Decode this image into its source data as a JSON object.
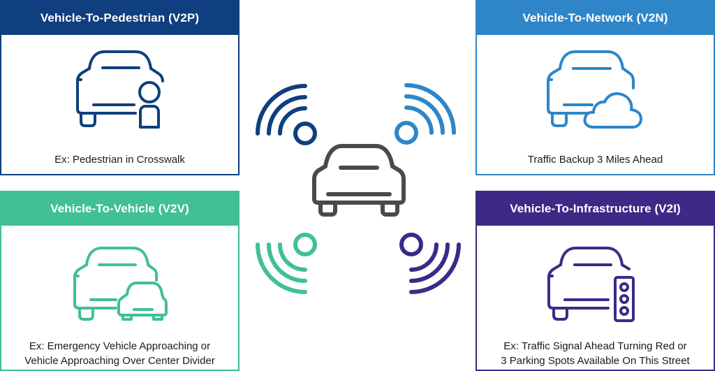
{
  "colors": {
    "v2p": "#0f3f7e",
    "v2n": "#2e86c8",
    "v2v": "#41bf96",
    "v2i": "#3d2a86",
    "center_car": "#4a4a4a"
  },
  "cards": {
    "v2p": {
      "title": "Vehicle-To-Pedestrian (V2P)",
      "caption": [
        "Ex: Pedestrian in Crosswalk"
      ],
      "icon": "car-with-pedestrian-icon"
    },
    "v2n": {
      "title": "Vehicle-To-Network (V2N)",
      "caption": [
        "Traffic Backup 3 Miles Ahead"
      ],
      "icon": "car-with-cloud-icon"
    },
    "v2v": {
      "title": "Vehicle-To-Vehicle (V2V)",
      "caption": [
        "Ex: Emergency Vehicle Approaching or",
        "Vehicle Approaching Over Center Divider"
      ],
      "icon": "two-cars-icon"
    },
    "v2i": {
      "title": "Vehicle-To-Infrastructure (V2I)",
      "caption": [
        "Ex: Traffic Signal Ahead Turning Red or",
        "3 Parking Spots Available On This Street"
      ],
      "icon": "car-with-traffic-light-icon"
    }
  },
  "center": {
    "icon": "connected-car-icon",
    "signals": [
      "signal-top-left-icon",
      "signal-top-right-icon",
      "signal-bottom-left-icon",
      "signal-bottom-right-icon"
    ]
  }
}
